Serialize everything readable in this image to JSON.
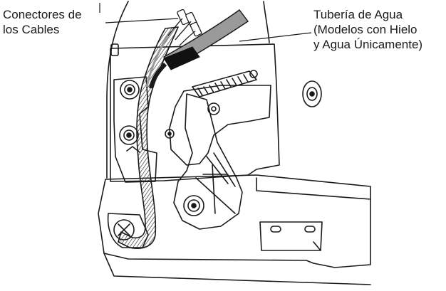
{
  "labels": {
    "cable_connectors": [
      "Conectores de",
      "los Cables"
    ],
    "water_line": [
      "Tubería de Agua",
      "(Modelos con Hielo",
      "y Agua Únicamente)"
    ]
  },
  "colors": {
    "ink": "#1a1a1a",
    "tube_dark": "#111111",
    "tube_light": "#9a9a9a",
    "cable_fill": "#bdbdbd",
    "background": "#ffffff"
  }
}
